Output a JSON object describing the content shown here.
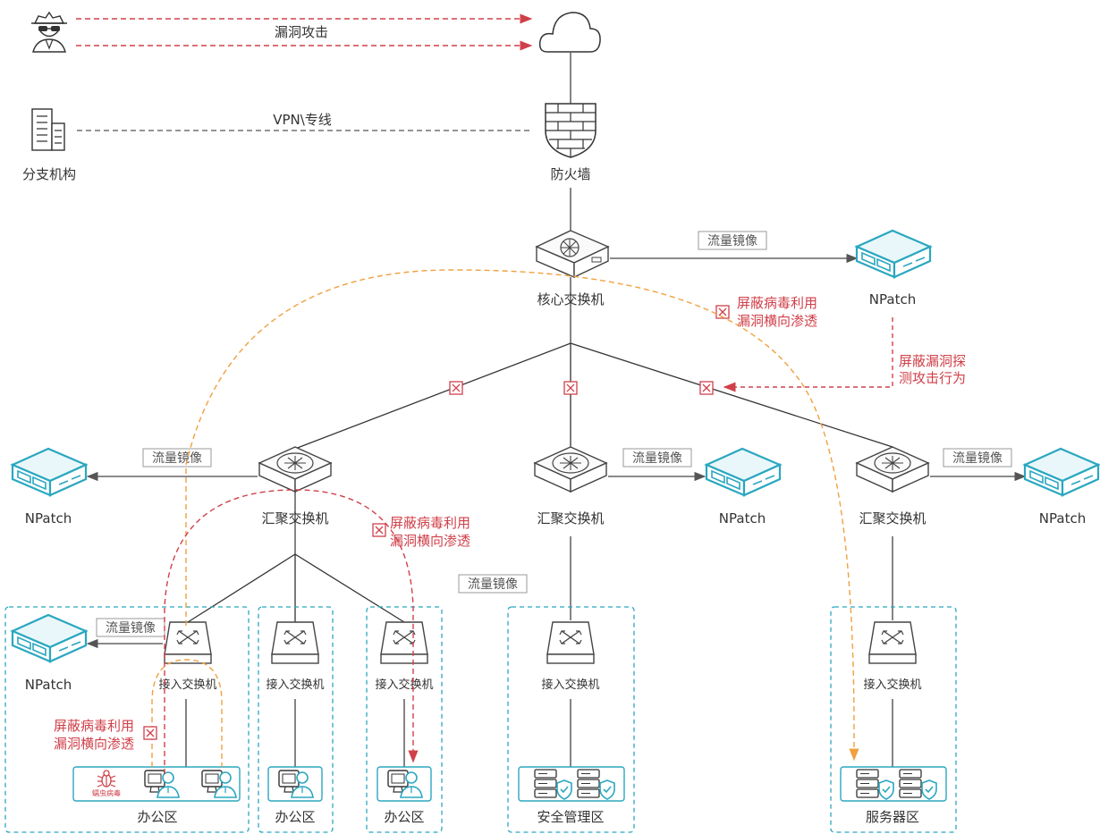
{
  "colors": {
    "line": "#333333",
    "attack": "#d0404a",
    "zone": "#2aa7c0",
    "npatch": "#2aa7c0",
    "orange": "#f0a040"
  },
  "labels": {
    "attack": "漏洞攻击",
    "vpn": "VPN\\专线",
    "branch": "分支机构",
    "firewall": "防火墙",
    "core_switch": "核心交换机",
    "agg_switch": "汇聚交换机",
    "access_switch": "接入交换机",
    "npatch": "NPatch",
    "mirror": "流量镜像",
    "block_lateral": [
      "屏蔽病毒利用",
      "漏洞横向渗透"
    ],
    "block_probe": [
      "屏蔽漏洞探",
      "测攻击行为"
    ],
    "worm": "蠕虫病毒",
    "office": "办公区",
    "security_mgmt": "安全管理区",
    "server_zone": "服务器区"
  },
  "icons": [
    "hacker-icon",
    "cloud-icon",
    "building-icon",
    "firewall-icon",
    "core-switch-icon",
    "agg-switch-icon",
    "access-switch-icon",
    "npatch-icon",
    "pc-user-icon",
    "server-shield-icon",
    "bug-icon",
    "block-icon"
  ]
}
